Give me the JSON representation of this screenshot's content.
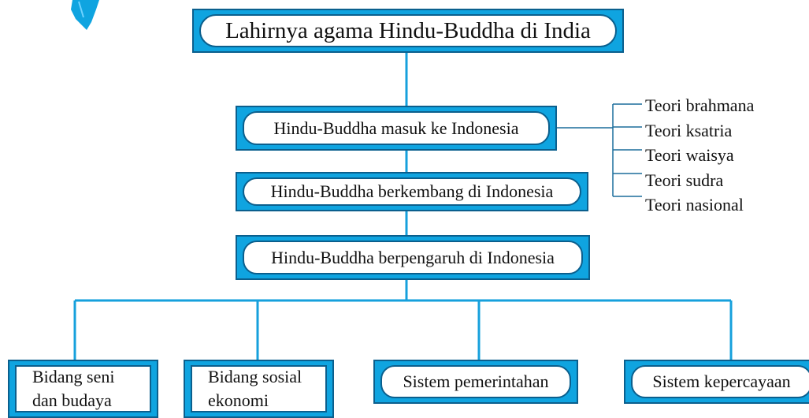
{
  "root": {
    "label": "Lahirnya agama Hindu-Buddha di India"
  },
  "steps": [
    {
      "label": "Hindu-Buddha masuk ke Indonesia"
    },
    {
      "label": "Hindu-Buddha berkembang di Indonesia"
    },
    {
      "label": "Hindu-Buddha berpengaruh di Indonesia"
    }
  ],
  "theories": [
    {
      "label": "Teori brahmana"
    },
    {
      "label": "Teori ksatria"
    },
    {
      "label": "Teori waisya"
    },
    {
      "label": "Teori sudra"
    },
    {
      "label": "Teori nasional"
    }
  ],
  "fields": [
    {
      "line1": "Bidang seni",
      "line2": "dan budaya"
    },
    {
      "line1": "Bidang sosial",
      "line2": "ekonomi"
    },
    {
      "label": "Sistem pemerintahan"
    },
    {
      "label": "Sistem kepercayaan"
    }
  ],
  "colors": {
    "box_fill": "#0fa4e0",
    "box_border": "#0b5f8d",
    "connector": "#16a0dc"
  }
}
